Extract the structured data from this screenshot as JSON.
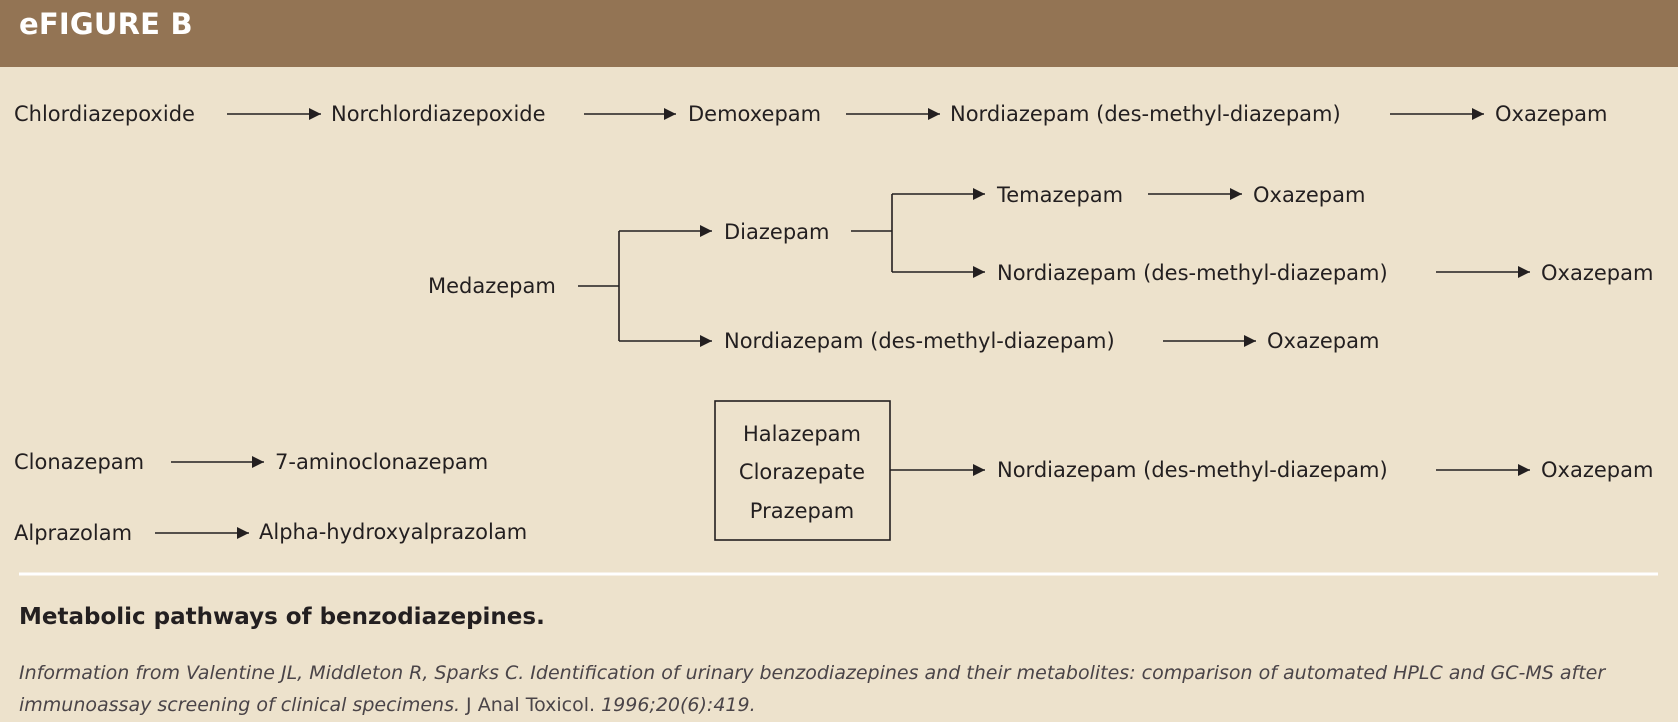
{
  "header": {
    "title": "eFIGURE B"
  },
  "rows": {
    "row1": [
      "Chlordiazepoxide",
      "Norchlordiazepoxide",
      "Demoxepam",
      "Nordiazepam (des-methyl-diazepam)",
      "Oxazepam"
    ],
    "medazepam": {
      "root": "Medazepam",
      "diazepam": "Diazepam",
      "temazepam": "Temazepam",
      "temazepam_product": "Oxazepam",
      "diazepam_nordiazepam": "Nordiazepam (des-methyl-diazepam)",
      "diazepam_nordiazepam_product": "Oxazepam",
      "nordiazepam": "Nordiazepam (des-methyl-diazepam)",
      "nordiazepam_product": "Oxazepam"
    },
    "clonazepam": [
      "Clonazepam",
      "7-aminoclonazepam"
    ],
    "alprazolam": [
      "Alprazolam",
      "Alpha-hydroxyalprazolam"
    ],
    "box_group": {
      "items": [
        "Halazepam",
        "Clorazepate",
        "Prazepam"
      ],
      "nordiazepam": "Nordiazepam (des-methyl-diazepam)",
      "product": "Oxazepam"
    }
  },
  "caption": {
    "title": "Metabolic pathways of benzodiazepines.",
    "source_italic": "Information from Valentine JL, Middleton R, Sparks C. Identification of urinary benzodiazepines and their metabolites: comparison of automated HPLC and GC-MS after immunoassay screening of clinical specimens.",
    "journal": " J Anal Toxicol.",
    "citation_italic": " 1996;20(6):419."
  },
  "colors": {
    "header_bg": "#937454",
    "page_bg": "#ede2cc",
    "ink": "#231f20",
    "divider": "#ffffff"
  }
}
